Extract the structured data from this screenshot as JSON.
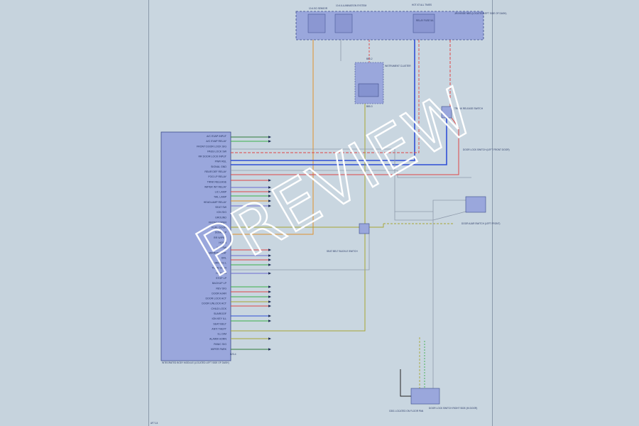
{
  "watermark": "PREVIEW",
  "page_ref": "AF7-14",
  "top_fuses": {
    "box_label": "J/B INSIDE\nNBS\n(LOCATED LEFT\nSIDE OF DASH)",
    "labels": [
      "10 A SG SENSOR",
      "10 A ILLUMINATION\nSYSTEM",
      "HOT AT ALL TIMES",
      "RELAY\nFUSE\n5A"
    ]
  },
  "instrument_cluster": {
    "label": "INSTRUMENT\nCLUSTER",
    "top_connector": "B80-2",
    "bottom_connector": "B80-3"
  },
  "module": {
    "label": "INTEGRATED BODY MODULE\n(LOCATED LEFT\nSIDE OF DASH)",
    "connector_bottom": "B23-4",
    "pin_labels": [
      "A/C EVAP INPUT",
      "A/C EVAP RELAY",
      "FRONT DOOR LOCK SIG",
      "PASS LOCK SW",
      "RR DOOR LOCK INPUT",
      "PWR REL",
      "SIGNAL GND",
      "REAR DEF RELAY",
      "FOG LP RELAY",
      "TRNK RELEASE",
      "WIPER INT RELAY",
      "LIC LAMP",
      "TAIL LAMP",
      "HEADLAMP RELAY",
      "SEAT SW",
      "IGN SIG",
      "GROUND",
      "FRONT WIPER",
      "FUEL DOOR",
      "DOME LP",
      "RR WIPER",
      "HORN",
      "KEY SW",
      "MIRROR HEAT",
      "DRL",
      "TURN SIG L",
      "TURN SIG R",
      "HAZARD",
      "STOP LP",
      "BACKUP LP",
      "REV SIG",
      "DOOR AJAR",
      "DOOR LOCK ACT",
      "DOOR UNLOCK ACT",
      "CHILD LOCK",
      "SUNROOF",
      "IGN KEY ILL",
      "SEAT BELT",
      "ANTI THEFT",
      "ILL DIM",
      "ALARM HORN",
      "PANIC SIG",
      "WIPER PARK"
    ]
  },
  "right_components": {
    "switch_label": "TRUNK\nRELEASE\nSWITCH",
    "side_label": "DOOR LOCK\nSWITCH\n(LEFT FRONT DOOR)",
    "relay_label": "DOOR AJAR\nSWITCH\n(LEFT FRONT)",
    "sensor_label": "SEAT BELT\nBUCKLE\nSWITCH",
    "bottom_switch_label": "DOOR LOCK\nSWITCH\nRIGHT SIDE\n(IN DOOR)",
    "ground_label": "G301\nLOCATED ON\nFLOOR PAN"
  },
  "colors": {
    "blue_wire": "#2f4fd6",
    "red_wire": "#e04646",
    "orange_wire": "#e0922e",
    "green_wire": "#3bb04a",
    "olive_wire": "#a8a534",
    "block_fill": "#9aa7dc",
    "watermark": "#ffffff"
  }
}
